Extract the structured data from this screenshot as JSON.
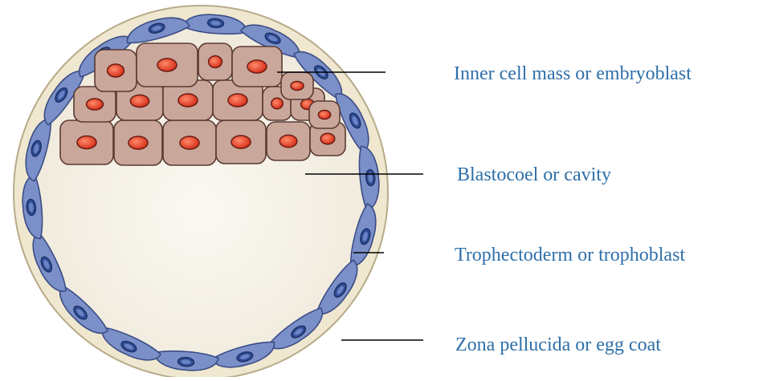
{
  "labels": {
    "inner_cell_mass": "Inner cell mass or embryoblast",
    "blastocoel": "Blastocoel or cavity",
    "trophectoderm": "Trophectoderm or trophoblast",
    "zona_pellucida": "Zona pellucida or egg coat"
  },
  "colors": {
    "label_text": "#2e6fa9",
    "leader_line": "#000000",
    "zona_fill": "#efe7cf",
    "zona_edge": "#b8ab8a",
    "cavity_fill": "#f6f3ea",
    "troph_fill": "#7b90c8",
    "troph_edge": "#3b4d86",
    "troph_nucleus": "#2f4f96",
    "icm_fill": "#c9a79a",
    "icm_edge": "#5a3a32",
    "icm_nucleus": "#e04a30"
  }
}
